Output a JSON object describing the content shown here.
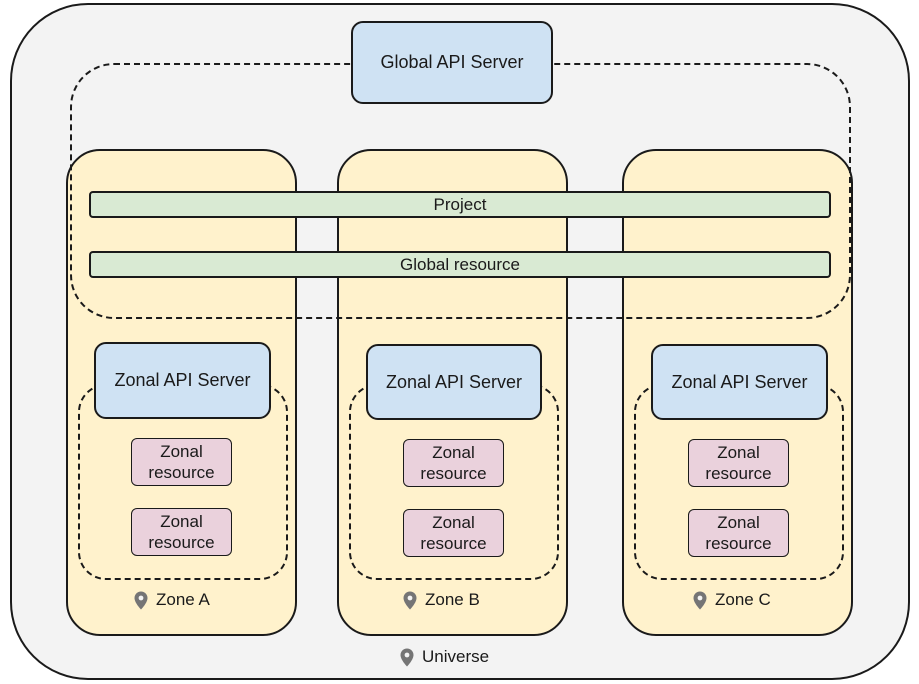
{
  "diagram": {
    "global_api_server": "Global API Server",
    "project": "Project",
    "global_resource": "Global resource",
    "universe_label": "Universe",
    "location_icon": "map-pin-icon",
    "colors": {
      "universe_fill": "#f3f3f3",
      "zone_fill": "#fff2cc",
      "api_server_fill": "#cfe2f3",
      "project_fill": "#d9ead3",
      "zonal_resource_fill": "#ead1dc",
      "pin": "#757575"
    },
    "zones": [
      {
        "label": "Zone A",
        "api_server": "Zonal API Server",
        "resources": [
          "Zonal\nresource",
          "Zonal\nresource"
        ]
      },
      {
        "label": "Zone B",
        "api_server": "Zonal API Server",
        "resources": [
          "Zonal\nresource",
          "Zonal\nresource"
        ]
      },
      {
        "label": "Zone C",
        "api_server": "Zonal API Server",
        "resources": [
          "Zonal\nresource",
          "Zonal\nresource"
        ]
      }
    ]
  }
}
